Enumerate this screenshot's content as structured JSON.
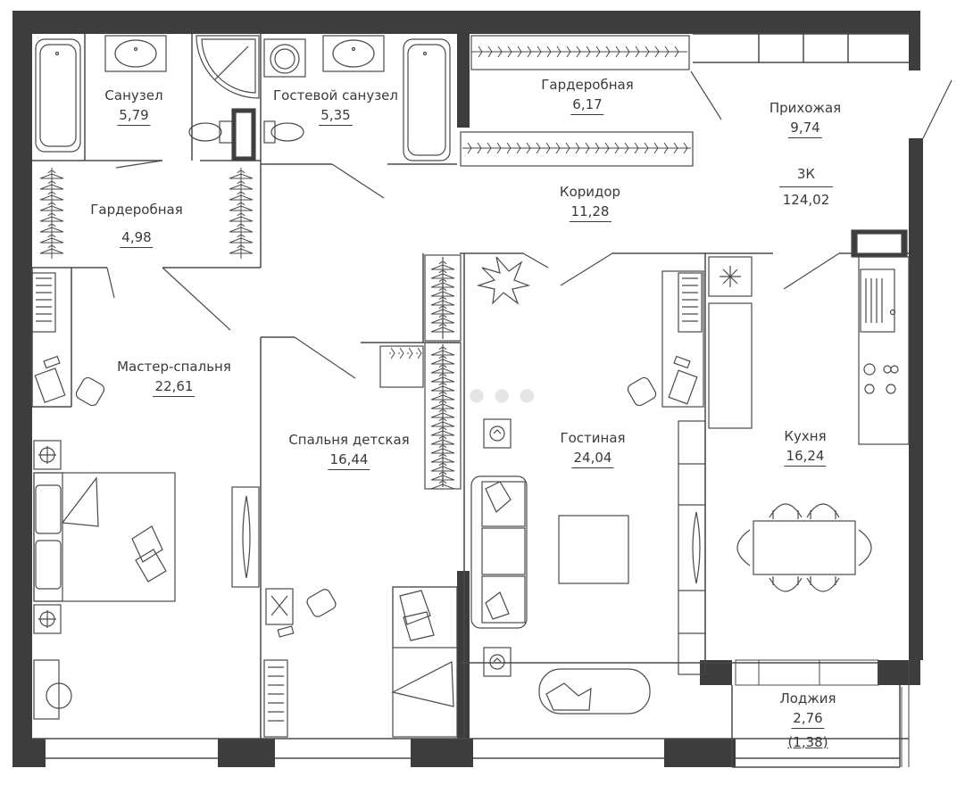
{
  "apartment": {
    "type_label": "3К",
    "total_area": "124,02"
  },
  "rooms": {
    "sanuzel": {
      "name": "Санузел",
      "area": "5,79"
    },
    "guest_bath": {
      "name": "Гостевой санузел",
      "area": "5,35"
    },
    "wardrobe_big": {
      "name": "Гардеробная",
      "area": "6,17"
    },
    "hallway": {
      "name": "Прихожая",
      "area": "9,74"
    },
    "wardrobe_small": {
      "name": "Гардеробная",
      "area": "4,98"
    },
    "corridor": {
      "name": "Коридор",
      "area": "11,28"
    },
    "master": {
      "name": "Мастер-спальня",
      "area": "22,61"
    },
    "kids": {
      "name": "Спальня детская",
      "area": "16,44"
    },
    "living": {
      "name": "Гостиная",
      "area": "24,04"
    },
    "kitchen": {
      "name": "Кухня",
      "area": "16,24"
    },
    "loggia": {
      "name": "Лоджия",
      "area": "2,76",
      "reduced_area": "(1,38)"
    }
  },
  "colors": {
    "wall": "#3d3d3d",
    "line": "#4a4a4a",
    "background": "#ffffff"
  },
  "icons": [
    "toilet-icon",
    "sink-icon",
    "bathtub-icon",
    "shower-icon",
    "washing-machine-icon",
    "hanger-icon",
    "bed-icon",
    "sofa-icon",
    "table-icon",
    "chair-icon",
    "stove-icon",
    "plant-icon",
    "tv-icon",
    "pillow-icon"
  ]
}
